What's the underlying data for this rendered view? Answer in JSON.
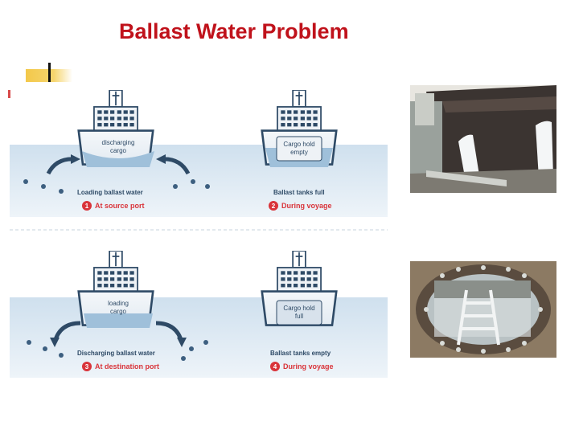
{
  "slide": {
    "title": "Ballast Water Problem"
  },
  "panels": [
    {
      "ship_label_1": "discharging",
      "ship_label_2": "cargo",
      "caption": "Loading ballast water",
      "step_number": "1",
      "step_text": "At source port"
    },
    {
      "ship_label_1": "Cargo hold",
      "ship_label_2": "empty",
      "caption": "Ballast tanks full",
      "step_number": "2",
      "step_text": "During voyage"
    },
    {
      "ship_label_1": "loading",
      "ship_label_2": "cargo",
      "caption": "Discharging ballast water",
      "step_number": "3",
      "step_text": "At destination port"
    },
    {
      "ship_label_1": "Cargo hold",
      "ship_label_2": "full",
      "caption": "Ballast tanks empty",
      "step_number": "4",
      "step_text": "During voyage"
    }
  ],
  "colors": {
    "title": "#c0121b",
    "ship": "#2e4a66",
    "water": "#9fc0da",
    "step_badge": "#d9343a",
    "accent": "#f3c84a"
  },
  "photos": [
    {
      "icon": "ship-discharging-ballast-photo"
    },
    {
      "icon": "ballast-tank-hatch-photo"
    }
  ]
}
